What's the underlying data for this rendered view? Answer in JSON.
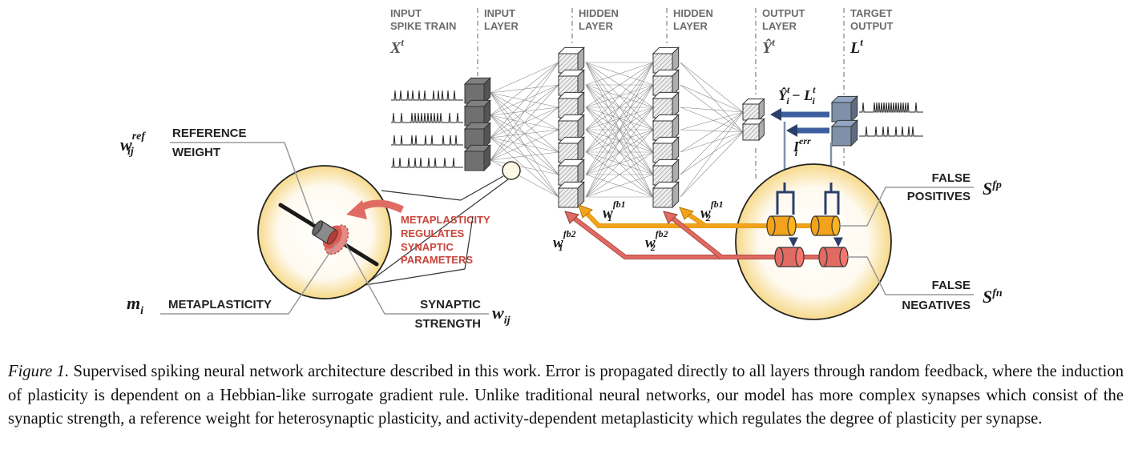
{
  "colors": {
    "false_positive": "#f2a31b",
    "false_negative": "#e06b63",
    "feedback_arrow": "#3d5fa0",
    "target_cube": "#7f90aa",
    "input_cube": "#707070",
    "hidden_cube": "#e6e6e6",
    "circle_glow": "#f6d98a",
    "meta_text": "#c8453a"
  },
  "headers": {
    "input_spike_line1": "INPUT",
    "input_spike_line2": "SPIKE TRAIN",
    "input_layer_line1": "INPUT",
    "input_layer_line2": "LAYER",
    "hidden1_line1": "HIDDEN",
    "hidden1_line2": "LAYER",
    "hidden2_line1": "HIDDEN",
    "hidden2_line2": "LAYER",
    "output_line1": "OUTPUT",
    "output_line2": "LAYER",
    "target_line1": "TARGET",
    "target_line2": "OUTPUT"
  },
  "symbols": {
    "input_x": "X",
    "input_x_sup": "t",
    "output_y": "Ŷ",
    "output_y_sup": "t",
    "target_l": "L",
    "target_l_sup": "t",
    "error_main": "Ŷ",
    "error_sup1": "t",
    "error_sub1": "i",
    "error_minus": "− L",
    "error_sup2": "t",
    "error_sub2": "i",
    "ierr_main": "I",
    "ierr_sup": "err",
    "ierr_sub": "i",
    "w1fb1_main": "w",
    "w1fb1_sup": "fb1",
    "w1fb1_sub": "1",
    "w2fb1_main": "w",
    "w2fb1_sup": "fb1",
    "w2fb1_sub": "2",
    "w1fb2_main": "w",
    "w1fb2_sup": "fb2",
    "w1fb2_sub": "1",
    "w2fb2_main": "w",
    "w2fb2_sup": "fb2",
    "w2fb2_sub": "2",
    "wref_main": "w",
    "wref_sup": "ref",
    "wref_sub": "ij",
    "mi_main": "m",
    "mi_sub": "i",
    "wij_main": "w",
    "wij_sub": "ij",
    "sfp_main": "S",
    "sfp_sup": "fp",
    "sfn_main": "S",
    "sfn_sup": "fn"
  },
  "labels": {
    "reference_line1": "REFERENCE",
    "reference_line2": "WEIGHT",
    "metaplasticity": "METAPLASTICITY",
    "synaptic_line1": "SYNAPTIC",
    "synaptic_line2": "STRENGTH",
    "meta_note_line1": "METAPLASTICITY",
    "meta_note_line2": "REGULATES",
    "meta_note_line3": "SYNAPTIC",
    "meta_note_line4": "PARAMETERS",
    "fp_line1": "FALSE",
    "fp_line2": "POSITIVES",
    "fn_line1": "FALSE",
    "fn_line2": "NEGATIVES"
  },
  "caption": {
    "label": "Figure 1.",
    "text": " Supervised spiking neural network architecture described in this work. Error is propagated directly to all layers through random feedback, where the induction of plasticity is dependent on a Hebbian-like surrogate gradient rule. Unlike traditional neural networks, our model has more complex synapses which consist of the synaptic strength, a reference weight for heterosynaptic plasticity, and activity-dependent metaplasticity which regulates the degree of plasticity per synapse."
  }
}
